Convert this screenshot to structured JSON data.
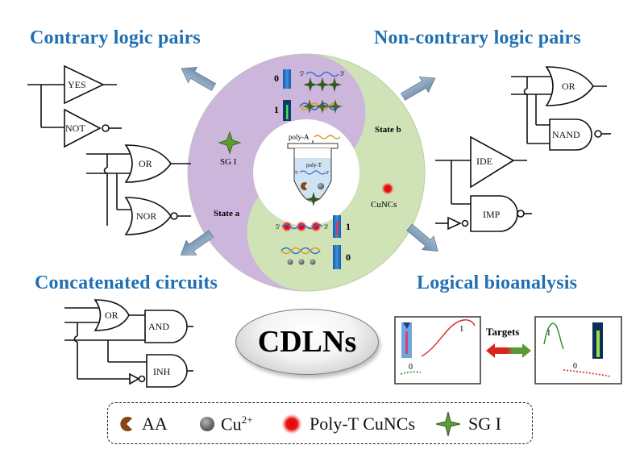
{
  "headings": {
    "top_left": "Contrary logic pairs",
    "top_right": "Non-contrary logic pairs",
    "bottom_left": "Concatenated  circuits",
    "bottom_right": "Logical bioanalysis"
  },
  "gates": {
    "contrary": [
      "YES",
      "NOT",
      "OR",
      "NOR"
    ],
    "non_contrary": [
      "OR",
      "NAND",
      "IDE",
      "IMP"
    ],
    "concatenated": [
      "OR",
      "AND",
      "INH"
    ]
  },
  "center": {
    "state_a": "State a",
    "state_b": "State b",
    "sgi_label": "SG I",
    "cunc_label": "CuNCs",
    "poly_a": "poly-A",
    "poly_t": "poly-T",
    "five_prime": "5'",
    "three_prime": "3'",
    "top_output_0": "0",
    "top_output_1": "1",
    "bottom_output_1": "1",
    "bottom_output_0": "0"
  },
  "title_badge": "CDLNs",
  "bioanalysis": {
    "targets_label": "Targets",
    "left_panel": {
      "high": "1",
      "low": "0"
    },
    "right_panel": {
      "high": "1",
      "low": "0"
    }
  },
  "legend": [
    {
      "icon": "aa-pacman-icon",
      "label": "AA",
      "color": "#8b4513"
    },
    {
      "icon": "cu-ion-sphere-icon",
      "label": "Cu",
      "sup": "2+",
      "color": "#6e6e6e"
    },
    {
      "icon": "cunc-red-glow-icon",
      "label": "Poly-T CuNCs",
      "color": "#d81a1a"
    },
    {
      "icon": "sgi-green-star-icon",
      "label": "SG I",
      "color": "#4f8a2b"
    }
  ],
  "colors": {
    "heading": "#1f6fb2",
    "state_a_fill": "#cdb6dc",
    "state_b_fill": "#cfe3b6",
    "arrow": "#7f9bb8"
  }
}
